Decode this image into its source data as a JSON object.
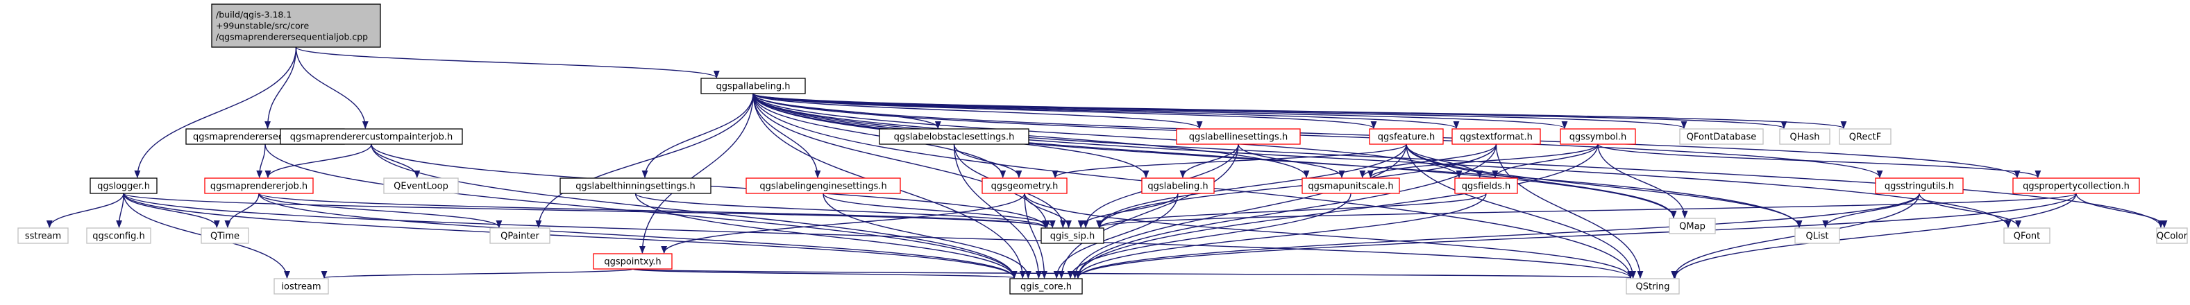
{
  "colors": {
    "edge": "#191970",
    "focus_fill": "#bfbfbf",
    "focus_border": "#000000",
    "project_border": "#000000",
    "error_border": "#ff0000",
    "external_border": "#bfbfbf",
    "external_text": "#808080"
  },
  "nodes": [
    {
      "id": "root",
      "kind": "focus",
      "lines": [
        "/build/qgis-3.18.1",
        "+99unstable/src/core",
        "/qgsmaprenderersequentialjob.cpp"
      ]
    },
    {
      "id": "qgspallabeling",
      "kind": "project",
      "lines": [
        "qgspallabeling.h"
      ]
    },
    {
      "id": "qgsmaprenderersequentialjob",
      "kind": "project",
      "lines": [
        "qgsmaprenderersequentialjob.h"
      ]
    },
    {
      "id": "qgsmaprenderercustompainterjob",
      "kind": "project",
      "lines": [
        "qgsmaprenderercustompainterjob.h"
      ]
    },
    {
      "id": "qgslogger",
      "kind": "project",
      "lines": [
        "qgslogger.h"
      ]
    },
    {
      "id": "qgsmaprendererjob",
      "kind": "error",
      "lines": [
        "qgsmaprendererjob.h"
      ]
    },
    {
      "id": "qeventloop",
      "kind": "external",
      "lines": [
        "QEventLoop"
      ]
    },
    {
      "id": "qgslabelobstaclesettings",
      "kind": "project",
      "lines": [
        "qgslabelobstaclesettings.h"
      ]
    },
    {
      "id": "qgslabellinesettings",
      "kind": "error",
      "lines": [
        "qgslabellinesettings.h"
      ]
    },
    {
      "id": "qgsfeature",
      "kind": "error",
      "lines": [
        "qgsfeature.h"
      ]
    },
    {
      "id": "qgstextformat",
      "kind": "error",
      "lines": [
        "qgstextformat.h"
      ]
    },
    {
      "id": "qgssymbol",
      "kind": "error",
      "lines": [
        "qgssymbol.h"
      ]
    },
    {
      "id": "qfontdatabase",
      "kind": "external",
      "lines": [
        "QFontDatabase"
      ]
    },
    {
      "id": "qhash",
      "kind": "external",
      "lines": [
        "QHash"
      ]
    },
    {
      "id": "qrectf",
      "kind": "external",
      "lines": [
        "QRectF"
      ]
    },
    {
      "id": "qgslabelthinningsettings",
      "kind": "project",
      "lines": [
        "qgslabelthinningsettings.h"
      ]
    },
    {
      "id": "qgslabelingenginesettings",
      "kind": "error",
      "lines": [
        "qgslabelingenginesettings.h"
      ]
    },
    {
      "id": "qgsgeometry",
      "kind": "error",
      "lines": [
        "qgsgeometry.h"
      ]
    },
    {
      "id": "qgslabeling",
      "kind": "error",
      "lines": [
        "qgslabeling.h"
      ]
    },
    {
      "id": "qgsmapunitscale",
      "kind": "error",
      "lines": [
        "qgsmapunitscale.h"
      ]
    },
    {
      "id": "qgsfields",
      "kind": "error",
      "lines": [
        "qgsfields.h"
      ]
    },
    {
      "id": "qmap",
      "kind": "external",
      "lines": [
        "QMap"
      ]
    },
    {
      "id": "qgsstringutils",
      "kind": "error",
      "lines": [
        "qgsstringutils.h"
      ]
    },
    {
      "id": "qgspropertycollection",
      "kind": "error",
      "lines": [
        "qgspropertycollection.h"
      ]
    },
    {
      "id": "sstream",
      "kind": "external",
      "lines": [
        "sstream"
      ]
    },
    {
      "id": "qgsconfig",
      "kind": "external",
      "lines": [
        "qgsconfig.h"
      ]
    },
    {
      "id": "qtime",
      "kind": "external",
      "lines": [
        "QTime"
      ]
    },
    {
      "id": "qpainter",
      "kind": "external",
      "lines": [
        "QPainter"
      ]
    },
    {
      "id": "qgis_sip",
      "kind": "project",
      "lines": [
        "qgis_sip.h"
      ]
    },
    {
      "id": "qgspointxy",
      "kind": "error",
      "lines": [
        "qgspointxy.h"
      ]
    },
    {
      "id": "qlist",
      "kind": "external",
      "lines": [
        "QList"
      ]
    },
    {
      "id": "qfont",
      "kind": "external",
      "lines": [
        "QFont"
      ]
    },
    {
      "id": "qcolor",
      "kind": "external",
      "lines": [
        "QColor"
      ]
    },
    {
      "id": "iostream",
      "kind": "external",
      "lines": [
        "iostream"
      ]
    },
    {
      "id": "qgis_core",
      "kind": "project",
      "lines": [
        "qgis_core.h"
      ]
    },
    {
      "id": "qstring",
      "kind": "external",
      "lines": [
        "QString"
      ]
    }
  ],
  "edges": [
    [
      "root",
      "qgspallabeling"
    ],
    [
      "root",
      "qgsmaprenderersequentialjob"
    ],
    [
      "root",
      "qgsmaprenderercustompainterjob"
    ],
    [
      "root",
      "qgslogger"
    ],
    [
      "qgsmaprenderersequentialjob",
      "qgsmaprendererjob"
    ],
    [
      "qgsmaprenderersequentialjob",
      "qgis_core"
    ],
    [
      "qgsmaprenderercustompainterjob",
      "qgsmaprendererjob"
    ],
    [
      "qgsmaprenderercustompainterjob",
      "qeventloop"
    ],
    [
      "qgsmaprenderercustompainterjob",
      "qgis_core"
    ],
    [
      "qgsmaprenderercustompainterjob",
      "qgis_sip"
    ],
    [
      "qgslogger",
      "sstream"
    ],
    [
      "qgslogger",
      "qgsconfig"
    ],
    [
      "qgslogger",
      "qtime"
    ],
    [
      "qgslogger",
      "iostream"
    ],
    [
      "qgslogger",
      "qgis_core"
    ],
    [
      "qgslogger",
      "qgis_sip"
    ],
    [
      "qgslogger",
      "qstring"
    ],
    [
      "qgsmaprendererjob",
      "qtime"
    ],
    [
      "qgsmaprendererjob",
      "qpainter"
    ],
    [
      "qgsmaprendererjob",
      "qgis_core"
    ],
    [
      "qgsmaprendererjob",
      "qgis_sip"
    ],
    [
      "qgspallabeling",
      "qpainter"
    ],
    [
      "qgspallabeling",
      "qgspointxy"
    ],
    [
      "qgspallabeling",
      "qgslabelthinningsettings"
    ],
    [
      "qgspallabeling",
      "qgslabelingenginesettings"
    ],
    [
      "qgspallabeling",
      "qgsgeometry"
    ],
    [
      "qgspallabeling",
      "qgslabelobstaclesettings"
    ],
    [
      "qgspallabeling",
      "qgslabellinesettings"
    ],
    [
      "qgspallabeling",
      "qgslabeling"
    ],
    [
      "qgspallabeling",
      "qgsmapunitscale"
    ],
    [
      "qgspallabeling",
      "qgsfeature"
    ],
    [
      "qgspallabeling",
      "qgstextformat"
    ],
    [
      "qgspallabeling",
      "qgsfields"
    ],
    [
      "qgspallabeling",
      "qgssymbol"
    ],
    [
      "qgspallabeling",
      "qmap"
    ],
    [
      "qgspallabeling",
      "qfontdatabase"
    ],
    [
      "qgspallabeling",
      "qhash"
    ],
    [
      "qgspallabeling",
      "qrectf"
    ],
    [
      "qgspallabeling",
      "qgsstringutils"
    ],
    [
      "qgspallabeling",
      "qgspropertycollection"
    ],
    [
      "qgspallabeling",
      "qlist"
    ],
    [
      "qgspallabeling",
      "qfont"
    ],
    [
      "qgspallabeling",
      "qcolor"
    ],
    [
      "qgspallabeling",
      "qstring"
    ],
    [
      "qgspallabeling",
      "qgis_core"
    ],
    [
      "qgspallabeling",
      "qgis_sip"
    ],
    [
      "qgslabelobstaclesettings",
      "qgsgeometry"
    ],
    [
      "qgslabelobstaclesettings",
      "qgis_core"
    ],
    [
      "qgslabelobstaclesettings",
      "qgis_sip"
    ],
    [
      "qgslabellinesettings",
      "qgslabeling"
    ],
    [
      "qgslabellinesettings",
      "qgsmapunitscale"
    ],
    [
      "qgslabellinesettings",
      "qgis_core"
    ],
    [
      "qgslabellinesettings",
      "qgis_sip"
    ],
    [
      "qgsfeature",
      "qgsgeometry"
    ],
    [
      "qgsfeature",
      "qgsfields"
    ],
    [
      "qgsfeature",
      "qmap"
    ],
    [
      "qgsfeature",
      "qlist"
    ],
    [
      "qgsfeature",
      "qstring"
    ],
    [
      "qgsfeature",
      "qgis_core"
    ],
    [
      "qgsfeature",
      "qgis_sip"
    ],
    [
      "qgstextformat",
      "qgsmapunitscale"
    ],
    [
      "qgstextformat",
      "qgis_core"
    ],
    [
      "qgstextformat",
      "qgis_sip"
    ],
    [
      "qgstextformat",
      "qstring"
    ],
    [
      "qgssymbol",
      "qgsmapunitscale"
    ],
    [
      "qgssymbol",
      "qgsfields"
    ],
    [
      "qgssymbol",
      "qmap"
    ],
    [
      "qgssymbol",
      "qgspropertycollection"
    ],
    [
      "qgssymbol",
      "qgis_core"
    ],
    [
      "qgslabelthinningsettings",
      "qgis_core"
    ],
    [
      "qgslabelthinningsettings",
      "qgis_sip"
    ],
    [
      "qgslabelingenginesettings",
      "qgis_core"
    ],
    [
      "qgslabelingenginesettings",
      "qgis_sip"
    ],
    [
      "qgsgeometry",
      "qgspointxy"
    ],
    [
      "qgsgeometry",
      "qgis_core"
    ],
    [
      "qgsgeometry",
      "qgis_sip"
    ],
    [
      "qgsgeometry",
      "qstring"
    ],
    [
      "qgslabeling",
      "qgis_core"
    ],
    [
      "qgslabeling",
      "qgis_sip"
    ],
    [
      "qgsmapunitscale",
      "qgis_core"
    ],
    [
      "qgsfields",
      "qgis_core"
    ],
    [
      "qgsfields",
      "qgis_sip"
    ],
    [
      "qgsstringutils",
      "qlist"
    ],
    [
      "qgsstringutils",
      "qfont"
    ],
    [
      "qgsstringutils",
      "qstring"
    ],
    [
      "qgsstringutils",
      "qgis_core"
    ],
    [
      "qgspropertycollection",
      "qgis_sip"
    ],
    [
      "qgspropertycollection",
      "qcolor"
    ],
    [
      "qgspropertycollection",
      "qstring"
    ],
    [
      "qgspropertycollection",
      "qgis_core"
    ],
    [
      "qgspointxy",
      "iostream"
    ],
    [
      "qgspointxy",
      "qgis_core"
    ],
    [
      "qgspointxy",
      "qstring"
    ]
  ]
}
